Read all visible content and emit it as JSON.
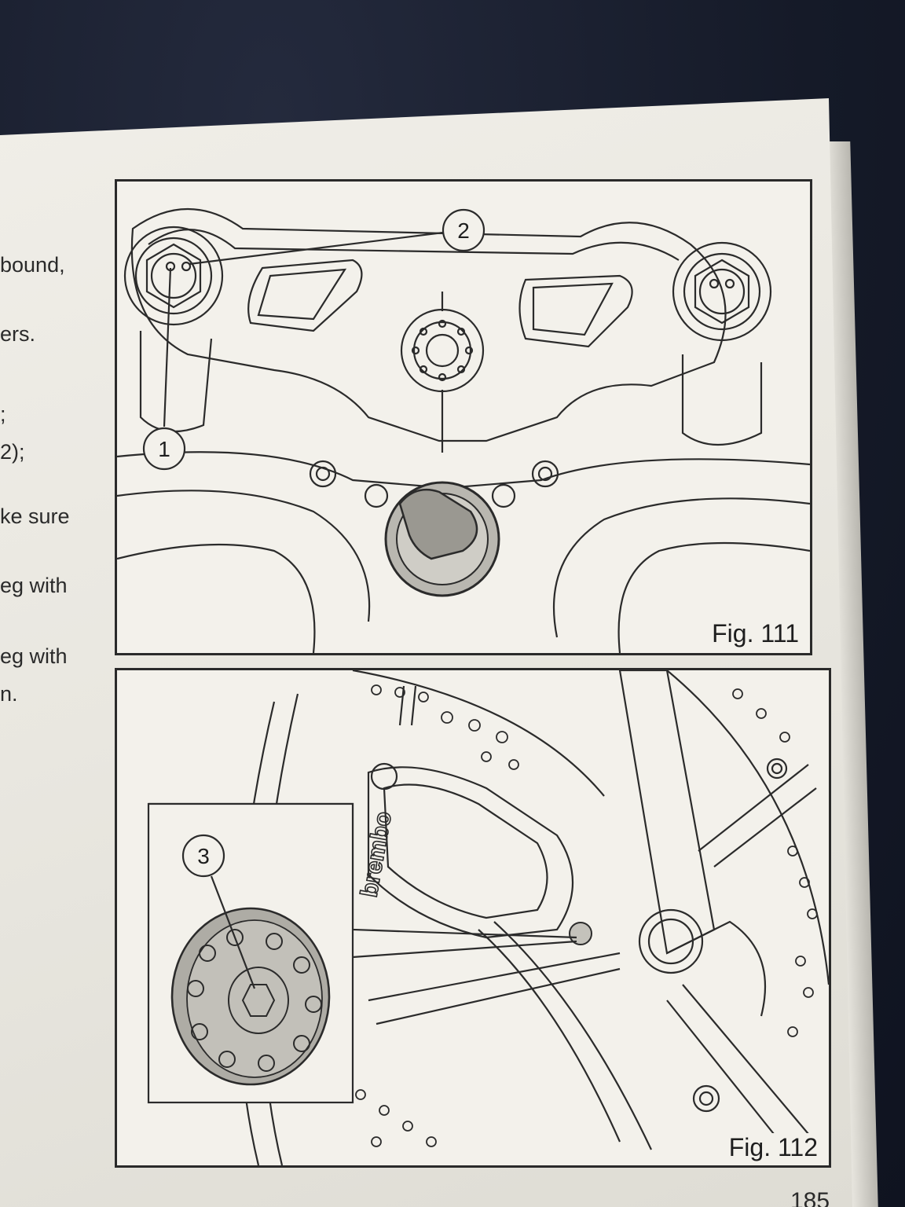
{
  "margin_fragments": [
    "bound,",
    "ers.",
    ";",
    "2);",
    "ke sure",
    "eg with",
    "eg with",
    "n."
  ],
  "figures": {
    "fig111": {
      "label": "Fig. 111",
      "callouts": [
        "1",
        "2"
      ]
    },
    "fig112": {
      "label": "Fig. 112",
      "callouts": [
        "3"
      ],
      "caliper_brand": "brembo"
    }
  },
  "page_number": "185"
}
